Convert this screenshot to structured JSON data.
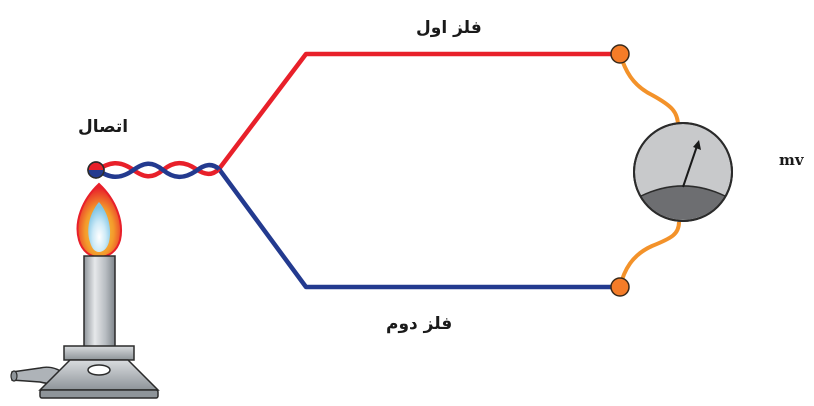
{
  "labels": {
    "metal_one": "فلز اول",
    "metal_two": "فلز دوم",
    "junction": "اتصال",
    "meter_unit": "mv"
  },
  "colors": {
    "metal_one_wire": "#e8202a",
    "metal_two_wire": "#233a8f",
    "lead_wire": "#f3922a",
    "terminal": "#f47c28",
    "meter_face": "#c8c9cb",
    "meter_lower": "#6d6e71",
    "flame_outer": "#e8202a",
    "flame_inner": "#a9d8ef",
    "burner_body": "#b8bcc1"
  },
  "icons": {
    "heat_source": "bunsen-burner-icon",
    "meter": "millivoltmeter-icon"
  }
}
